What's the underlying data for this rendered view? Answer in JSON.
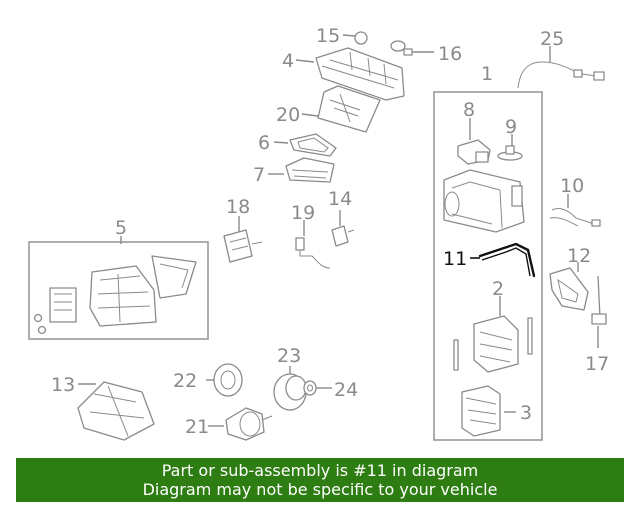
{
  "callouts": [
    {
      "id": "1",
      "label": "1"
    },
    {
      "id": "2",
      "label": "2"
    },
    {
      "id": "3",
      "label": "3"
    },
    {
      "id": "4",
      "label": "4"
    },
    {
      "id": "5",
      "label": "5"
    },
    {
      "id": "6",
      "label": "6"
    },
    {
      "id": "7",
      "label": "7"
    },
    {
      "id": "8",
      "label": "8"
    },
    {
      "id": "9",
      "label": "9"
    },
    {
      "id": "10",
      "label": "10"
    },
    {
      "id": "11",
      "label": "11",
      "highlighted": true
    },
    {
      "id": "12",
      "label": "12"
    },
    {
      "id": "13",
      "label": "13"
    },
    {
      "id": "14",
      "label": "14"
    },
    {
      "id": "15",
      "label": "15"
    },
    {
      "id": "16",
      "label": "16"
    },
    {
      "id": "17",
      "label": "17"
    },
    {
      "id": "18",
      "label": "18"
    },
    {
      "id": "19",
      "label": "19"
    },
    {
      "id": "20",
      "label": "20"
    },
    {
      "id": "21",
      "label": "21"
    },
    {
      "id": "22",
      "label": "22"
    },
    {
      "id": "23",
      "label": "23"
    },
    {
      "id": "24",
      "label": "24"
    },
    {
      "id": "25",
      "label": "25"
    }
  ],
  "banner": {
    "line1": "Part or sub-assembly is #11 in diagram",
    "line2": "Diagram may not be specific to your vehicle"
  },
  "colors": {
    "banner_bg": "#2e7d12",
    "banner_text": "#ffffff",
    "part_line": "#8a8a8a",
    "highlight": "#111111"
  }
}
